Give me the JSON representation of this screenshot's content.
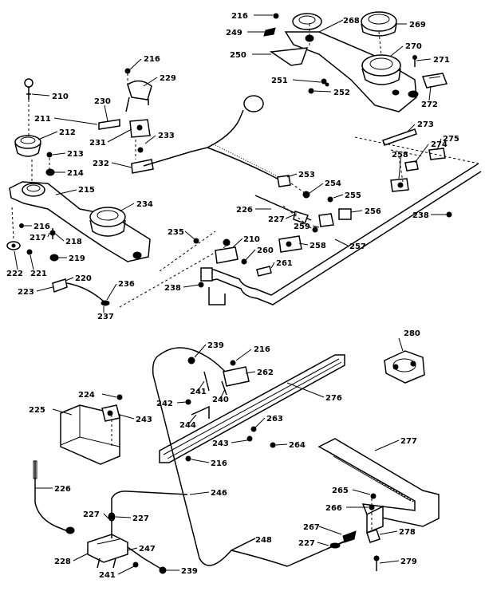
{
  "callouts": [
    {
      "id": "216a",
      "text": "216"
    },
    {
      "id": "249",
      "text": "249"
    },
    {
      "id": "250",
      "text": "250"
    },
    {
      "id": "268",
      "text": "268"
    },
    {
      "id": "269",
      "text": "269"
    },
    {
      "id": "270",
      "text": "270"
    },
    {
      "id": "271",
      "text": "271"
    },
    {
      "id": "251",
      "text": "251"
    },
    {
      "id": "252",
      "text": "252"
    },
    {
      "id": "272",
      "text": "272"
    },
    {
      "id": "216b",
      "text": "216"
    },
    {
      "id": "229",
      "text": "229"
    },
    {
      "id": "210a",
      "text": "210"
    },
    {
      "id": "230",
      "text": "230"
    },
    {
      "id": "211",
      "text": "211"
    },
    {
      "id": "212",
      "text": "212"
    },
    {
      "id": "231",
      "text": "231"
    },
    {
      "id": "233",
      "text": "233"
    },
    {
      "id": "213",
      "text": "213"
    },
    {
      "id": "214",
      "text": "214"
    },
    {
      "id": "232",
      "text": "232"
    },
    {
      "id": "215",
      "text": "215"
    },
    {
      "id": "234",
      "text": "234"
    },
    {
      "id": "273",
      "text": "273"
    },
    {
      "id": "274",
      "text": "274"
    },
    {
      "id": "275",
      "text": "275"
    },
    {
      "id": "258a",
      "text": "258"
    },
    {
      "id": "253",
      "text": "253"
    },
    {
      "id": "254",
      "text": "254"
    },
    {
      "id": "255",
      "text": "255"
    },
    {
      "id": "226a",
      "text": "226"
    },
    {
      "id": "256",
      "text": "256"
    },
    {
      "id": "238a",
      "text": "238"
    },
    {
      "id": "227a",
      "text": "227"
    },
    {
      "id": "259",
      "text": "259"
    },
    {
      "id": "216c",
      "text": "216"
    },
    {
      "id": "218",
      "text": "218"
    },
    {
      "id": "235",
      "text": "235"
    },
    {
      "id": "217",
      "text": "217"
    },
    {
      "id": "210b",
      "text": "210"
    },
    {
      "id": "258b",
      "text": "258"
    },
    {
      "id": "257",
      "text": "257"
    },
    {
      "id": "219",
      "text": "219"
    },
    {
      "id": "260",
      "text": "260"
    },
    {
      "id": "222",
      "text": "222"
    },
    {
      "id": "221",
      "text": "221"
    },
    {
      "id": "261",
      "text": "261"
    },
    {
      "id": "220",
      "text": "220"
    },
    {
      "id": "223",
      "text": "223"
    },
    {
      "id": "236",
      "text": "236"
    },
    {
      "id": "238b",
      "text": "238"
    },
    {
      "id": "237",
      "text": "237"
    },
    {
      "id": "280",
      "text": "280"
    },
    {
      "id": "239a",
      "text": "239"
    },
    {
      "id": "216d",
      "text": "216"
    },
    {
      "id": "262",
      "text": "262"
    },
    {
      "id": "241a",
      "text": "241"
    },
    {
      "id": "224",
      "text": "224"
    },
    {
      "id": "240",
      "text": "240"
    },
    {
      "id": "276",
      "text": "276"
    },
    {
      "id": "242",
      "text": "242"
    },
    {
      "id": "225",
      "text": "225"
    },
    {
      "id": "243a",
      "text": "243"
    },
    {
      "id": "244",
      "text": "244"
    },
    {
      "id": "263",
      "text": "263"
    },
    {
      "id": "243b",
      "text": "243"
    },
    {
      "id": "264",
      "text": "264"
    },
    {
      "id": "216e",
      "text": "216"
    },
    {
      "id": "277",
      "text": "277"
    },
    {
      "id": "226b",
      "text": "226"
    },
    {
      "id": "246",
      "text": "246"
    },
    {
      "id": "265",
      "text": "265"
    },
    {
      "id": "266",
      "text": "266"
    },
    {
      "id": "227b",
      "text": "227"
    },
    {
      "id": "227c",
      "text": "227"
    },
    {
      "id": "267",
      "text": "267"
    },
    {
      "id": "278",
      "text": "278"
    },
    {
      "id": "248",
      "text": "248"
    },
    {
      "id": "227d",
      "text": "227"
    },
    {
      "id": "228",
      "text": "228"
    },
    {
      "id": "247",
      "text": "247"
    },
    {
      "id": "279",
      "text": "279"
    },
    {
      "id": "241b",
      "text": "241"
    },
    {
      "id": "239b",
      "text": "239"
    }
  ]
}
